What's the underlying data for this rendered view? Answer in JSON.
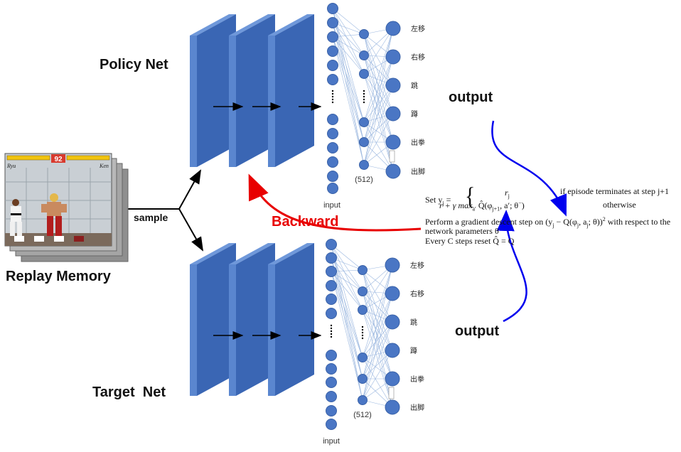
{
  "colors": {
    "layer_front": "#3a66b4",
    "layer_side": "#5a86cf",
    "layer_top": "#6f98da",
    "node": "#4a76c4",
    "node_stroke": "#3a62a8",
    "edge": "#9cb8e0",
    "backward": "#e80000",
    "output_arrow": "#0000ee",
    "formula_text": "#111111"
  },
  "labels": {
    "policy_net": "Policy Net",
    "target_net": "Target  Net",
    "replay_memory": "Replay Memory",
    "sample": "sample",
    "backward": "Backward",
    "output_top": "output",
    "output_bottom": "output",
    "input": "input",
    "hidden_count": "(512)",
    "ellipsis": "⋮"
  },
  "actions": [
    "左移",
    "右移",
    "跳",
    "蹲",
    "出拳",
    "出脚"
  ],
  "game_frame": {
    "timer": "92",
    "player_left": "Ryu",
    "player_right": "Ken"
  },
  "formula": {
    "set_line": "Set y",
    "row_terminal": "r",
    "cond_terminal": "if episode terminates at step j+1",
    "row_otherwise": "r + γ max",
    "cond_otherwise": "otherwise",
    "gradient_line": "Perform a gradient descent step on",
    "gradient_tail": "with respect to the",
    "params_line": "network parameters θ",
    "reset_line": "Every C steps reset Q̂ = Q"
  }
}
